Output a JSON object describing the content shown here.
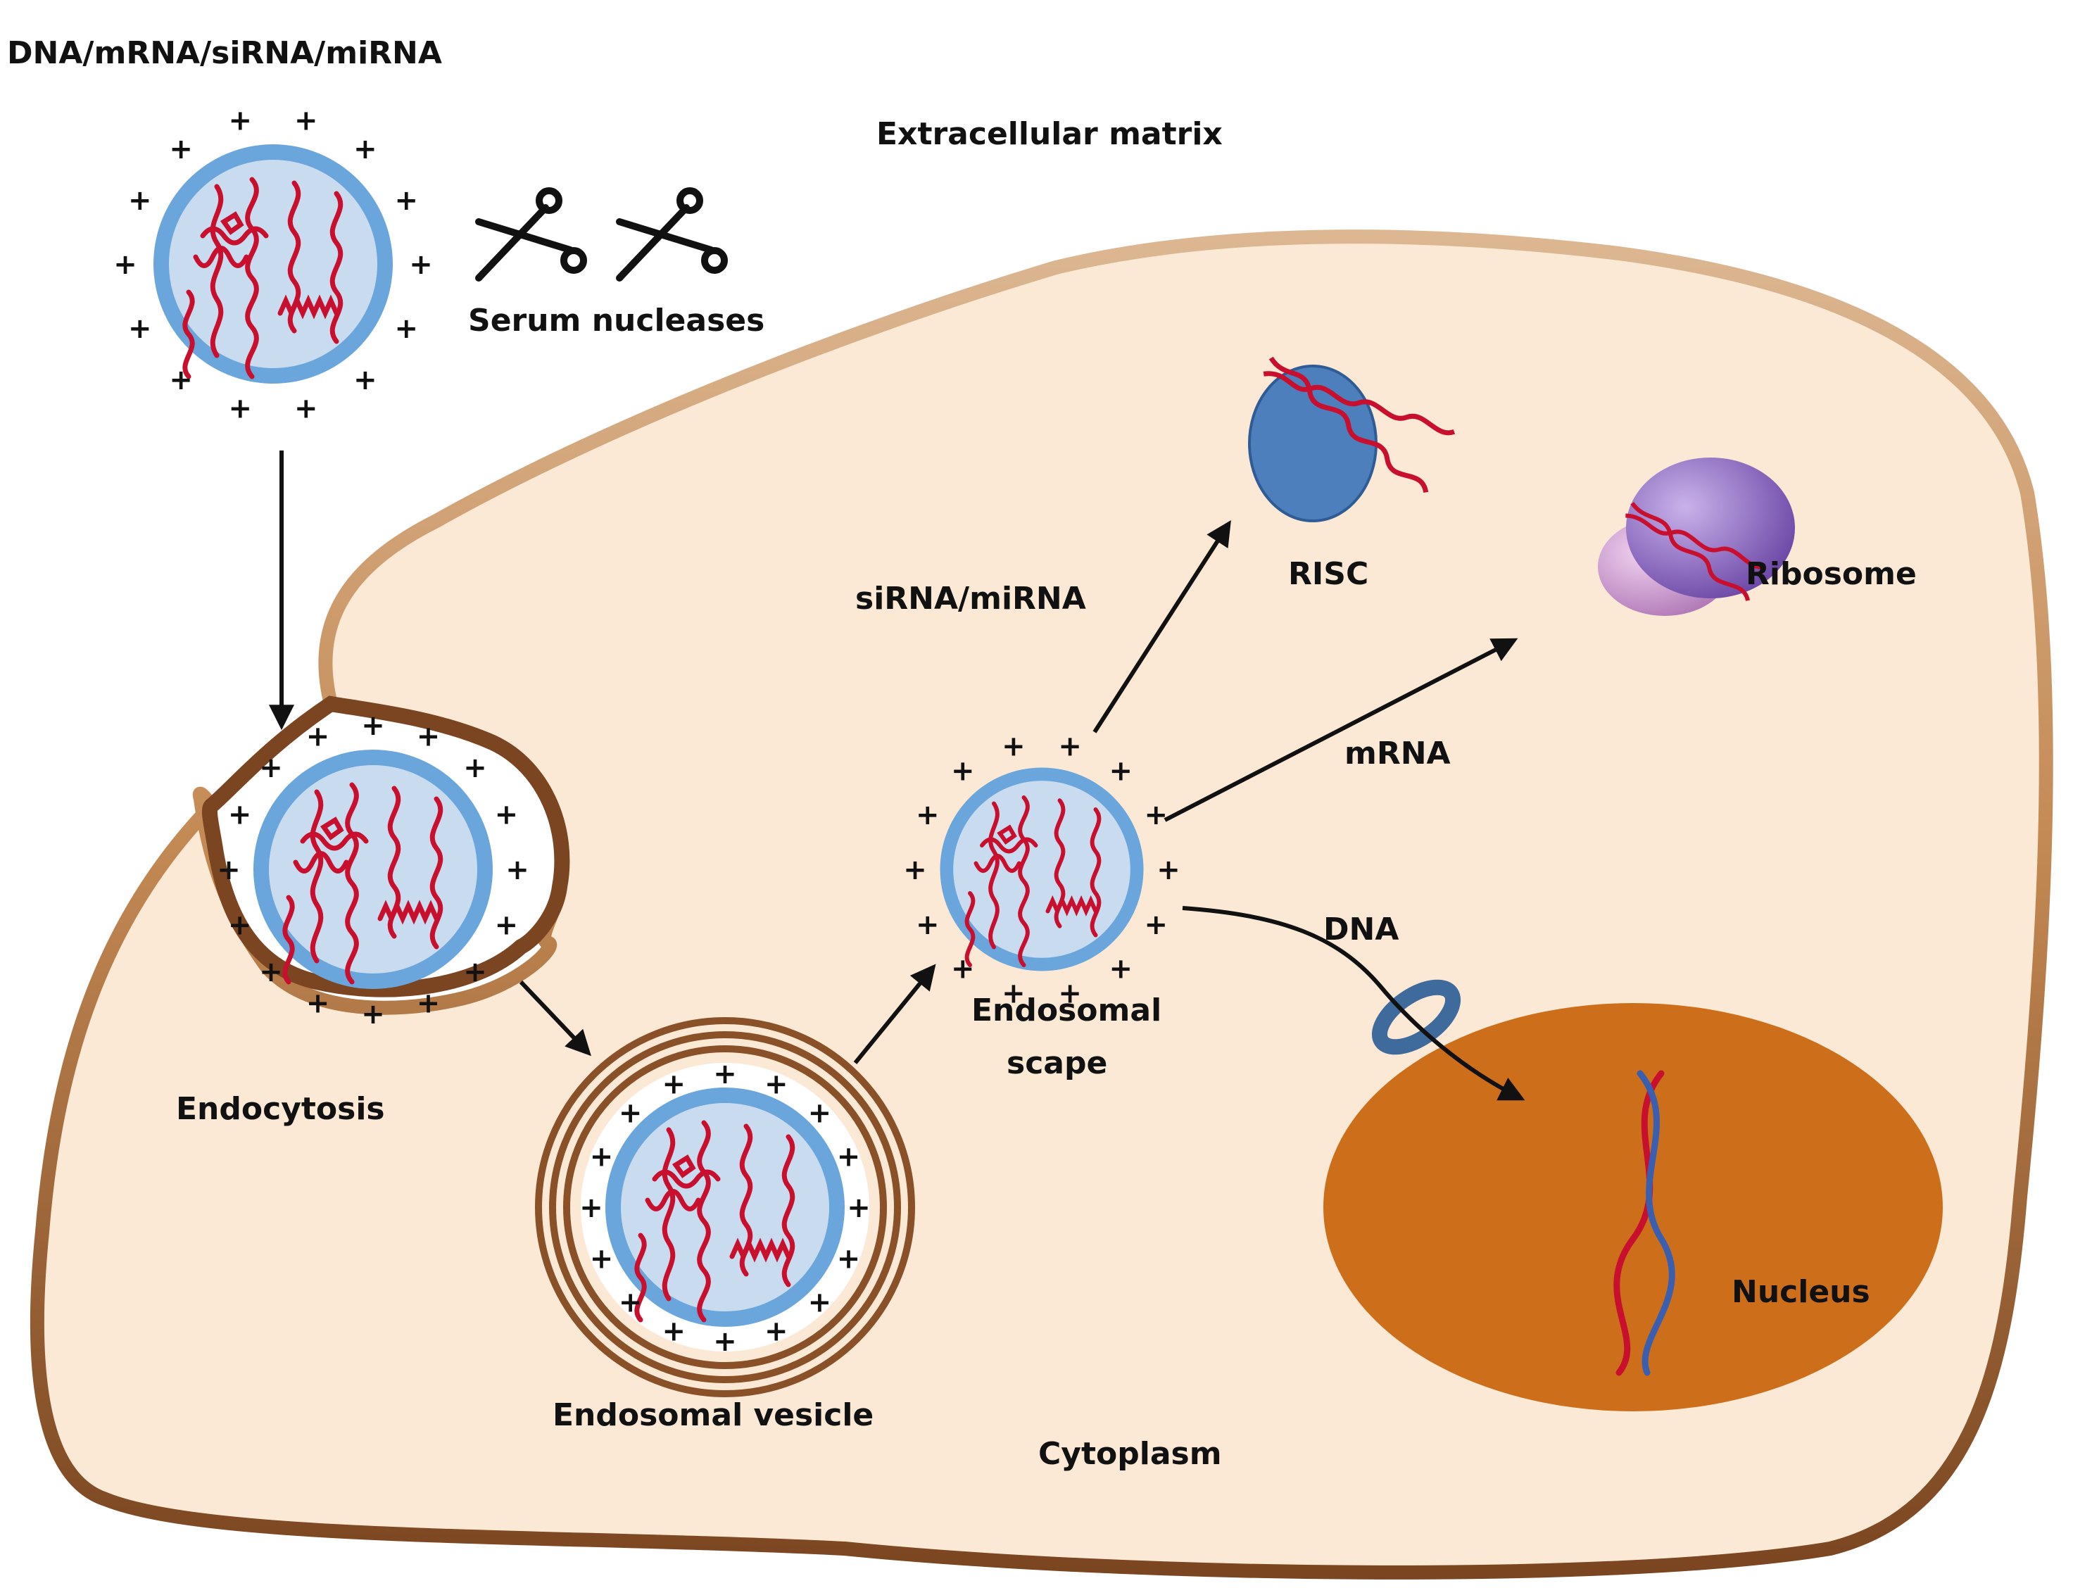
{
  "labels": {
    "cargo": "DNA/mRNA/siRNA/miRNA",
    "extracellular": "Extracellular matrix",
    "nucleases": "Serum nucleases",
    "endocytosis": "Endocytosis",
    "vesicle": "Endosomal vesicle",
    "escape_line1": "Endosomal",
    "escape_line2": "scape",
    "sirna": "siRNA/miRNA",
    "risc": "RISC",
    "ribosome": "Ribosome",
    "mrna": "mRNA",
    "dna": "DNA",
    "nucleus": "Nucleus",
    "cytoplasm": "Cytoplasm",
    "charge_symbol": "+"
  },
  "colors": {
    "cytoplasm": "#fbe9d6",
    "membrane": "#8a5128",
    "membrane_light": "#d9b48e",
    "nucleus": "#cd6f1a",
    "particle_shell": "#6aa6dc",
    "particle_core": "#c9dbee",
    "nucleic_acid": "#c8102e",
    "risc": "#4d7fbd",
    "ribosome": "#9b7cc8",
    "pore": "#3f6a9c",
    "dna_blue": "#3a5fb0",
    "arrow": "#111111"
  },
  "icons": {
    "scissors_1": "scissors-icon",
    "scissors_2": "scissors-icon"
  }
}
